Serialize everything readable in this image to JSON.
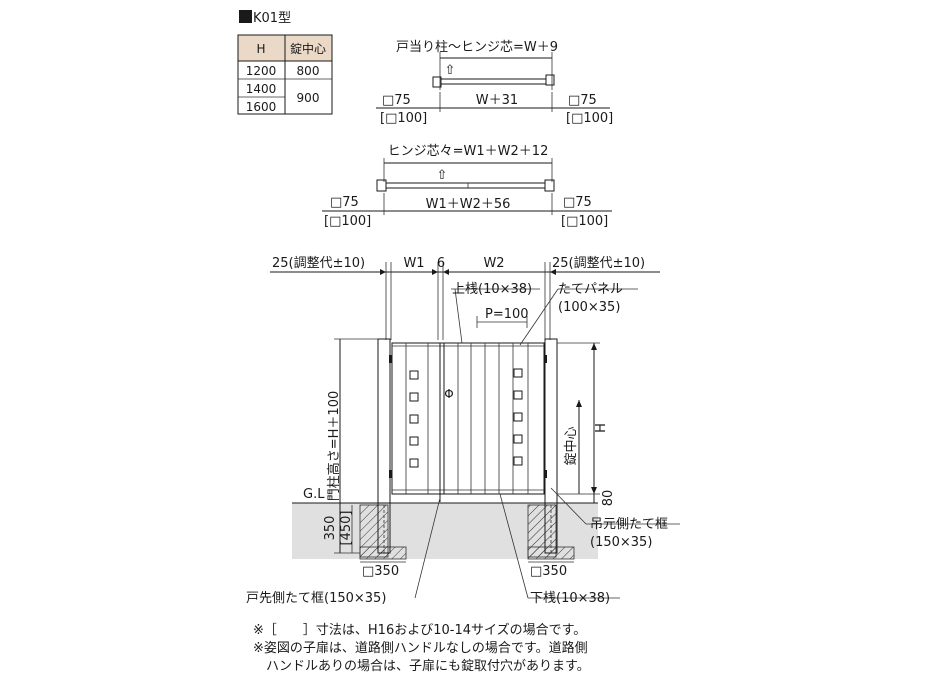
{
  "model": {
    "marker": "■",
    "name": "K01型"
  },
  "table": {
    "headers": [
      "H",
      "錠中心"
    ],
    "rows": [
      {
        "h": "1200",
        "lock": "800"
      },
      {
        "h": "1400",
        "lock": "900"
      },
      {
        "h": "1600",
        "lock": ""
      }
    ]
  },
  "plan1": {
    "title": "戸当り柱～ヒンジ芯=W＋9",
    "center": "W＋31",
    "left_post": "□75",
    "left_post_alt": "[□100]",
    "right_post": "□75",
    "right_post_alt": "[□100]",
    "arrow": "⇧"
  },
  "plan2": {
    "title": "ヒンジ芯々=W1＋W2＋12",
    "center": "W1＋W2＋56",
    "left_post": "□75",
    "left_post_alt": "[□100]",
    "right_post": "□75",
    "right_post_alt": "[□100]",
    "arrow": "⇧"
  },
  "elevation": {
    "top_left": "25(調整代±10)",
    "w1": "W1",
    "gap": "6",
    "w2": "W2",
    "top_right": "25(調整代±10)",
    "upper_rail": "上桟(10×38)",
    "pitch": "P=100",
    "panel_label": "たてパネル",
    "panel_size": "(100×35)",
    "post_height": "門柱高さ=H＋100",
    "h": "H",
    "lock_center": "錠中心",
    "clearance": "80",
    "gl": "G.L",
    "depth": "350",
    "depth_alt": "[450]",
    "hinge_frame": "吊元側たて框",
    "hinge_frame_size": "(150×35)",
    "left_base": "□350",
    "right_base": "□350",
    "latch_frame": "戸先側たて框(150×35)",
    "lower_rail": "下桟(10×38)",
    "lock_symbol": "Φ"
  },
  "notes": [
    "※［　　］寸法は、H16および10-14サイズの場合です。",
    "※姿図の子扉は、道路側ハンドルなしの場合です。道路側",
    "　ハンドルありの場合は、子扉にも錠取付穴があります。"
  ]
}
